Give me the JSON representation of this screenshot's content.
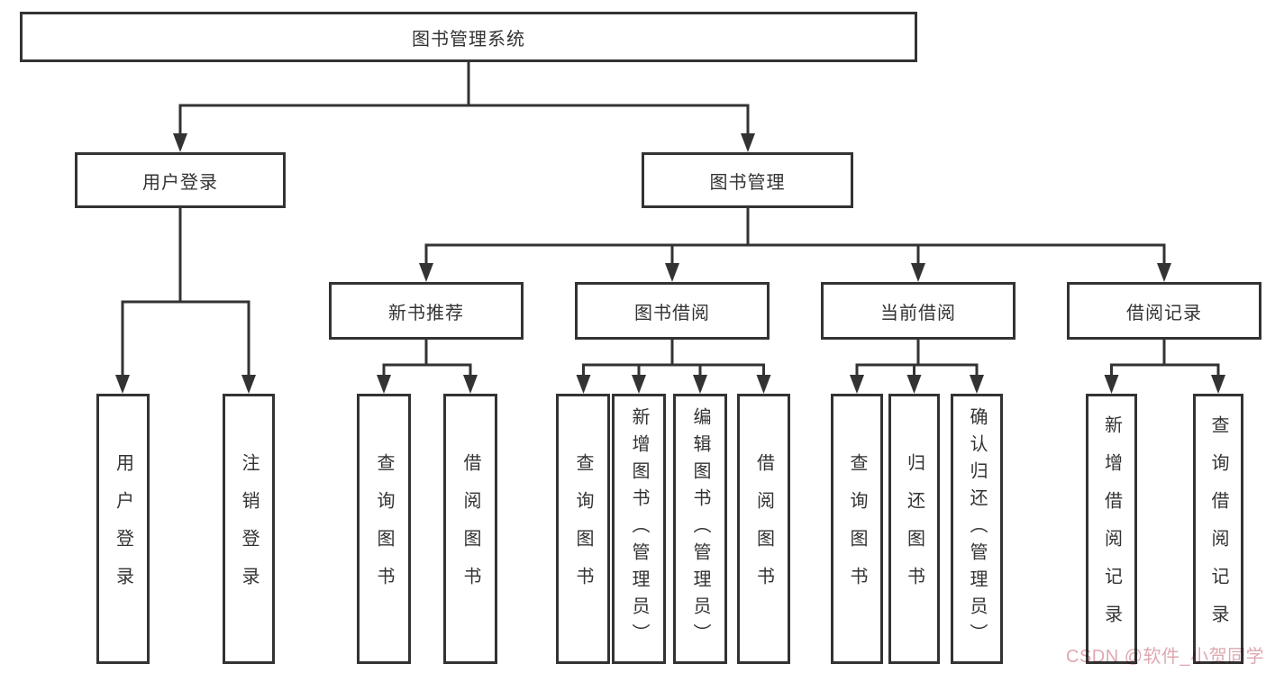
{
  "diagram": {
    "title_node": {
      "label": "图书管理系统"
    },
    "level2": [
      {
        "label": "用户登录"
      },
      {
        "label": "图书管理"
      }
    ],
    "level3": [
      {
        "label": "新书推荐"
      },
      {
        "label": "图书借阅"
      },
      {
        "label": "当前借阅"
      },
      {
        "label": "借阅记录"
      }
    ],
    "leaves": [
      {
        "label": "用户登录"
      },
      {
        "label": "注销登录"
      },
      {
        "label": "查询图书"
      },
      {
        "label": "借阅图书"
      },
      {
        "label": "查询图书"
      },
      {
        "label": "新增图书（管理员）"
      },
      {
        "label": "编辑图书（管理员）"
      },
      {
        "label": "借阅图书"
      },
      {
        "label": "查询图书"
      },
      {
        "label": "归还图书"
      },
      {
        "label": "确认归还（管理员）"
      },
      {
        "label": "新增借阅记录"
      },
      {
        "label": "查询借阅记录"
      }
    ]
  },
  "watermark": {
    "text": "CSDN @软件_小贺同学",
    "color": "#dba3ac"
  },
  "colors": {
    "line": "#333333",
    "box_border": "#333333",
    "box_bg": "#ffffff",
    "text": "#333333"
  }
}
